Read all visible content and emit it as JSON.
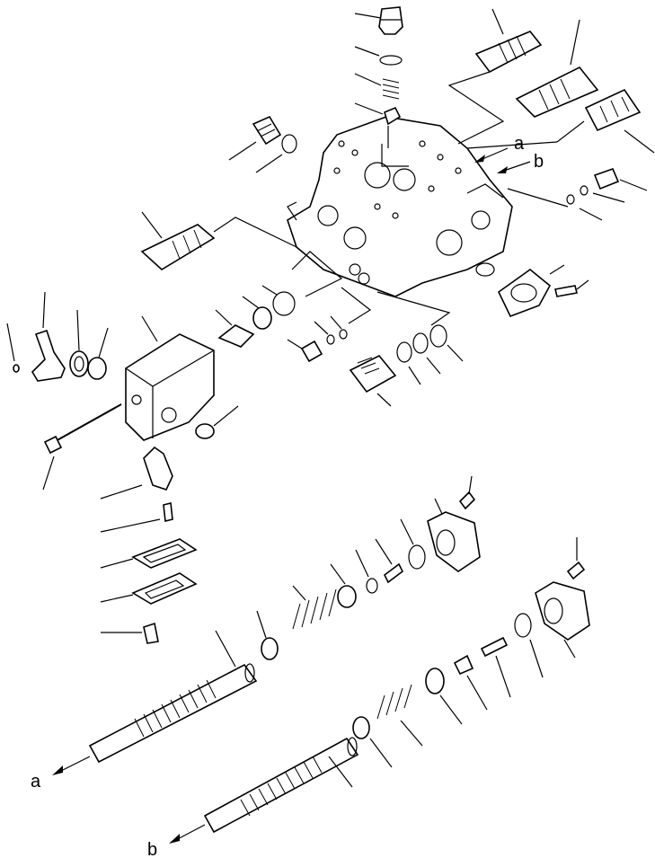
{
  "diagram": {
    "callouts": {
      "a_right": "a",
      "b_right": "b",
      "a_left": "a",
      "b_left": "b"
    },
    "colors": {
      "ink": "#000000",
      "paper": "#ffffff"
    }
  }
}
